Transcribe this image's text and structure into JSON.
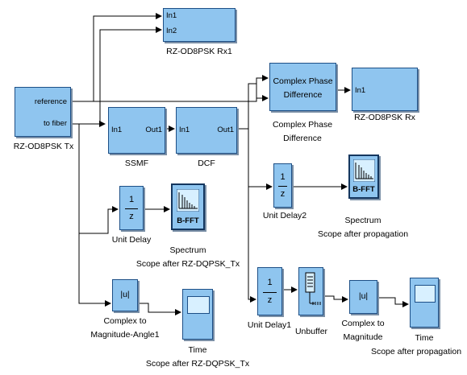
{
  "blocks": {
    "tx": {
      "port_ref": "reference",
      "port_fiber": "to fiber",
      "label": "RZ-OD8PSK Tx"
    },
    "rx1": {
      "in1": "In1",
      "in2": "In2",
      "label": "RZ-OD8PSK Rx1"
    },
    "cpd": {
      "text_line1": "Complex Phase",
      "text_line2": "Difference",
      "label_line1": "Complex Phase",
      "label_line2": "Difference"
    },
    "rx": {
      "in1": "In1",
      "label": "RZ-OD8PSK Rx"
    },
    "ssmf": {
      "in": "In1",
      "out": "Out1",
      "label": "SSMF"
    },
    "dcf": {
      "in": "In1",
      "out": "Out1",
      "label": "DCF"
    },
    "delay": {
      "num": "1",
      "den": "z",
      "label": "Unit Delay"
    },
    "delay2": {
      "num": "1",
      "den": "z",
      "label": "Unit Delay2"
    },
    "delay1": {
      "num": "1",
      "den": "z",
      "label": "Unit Delay1"
    },
    "spec1": {
      "text": "B-FFT",
      "label_line1": "Spectrum",
      "label_line2": "Scope after RZ-DQPSK_Tx"
    },
    "spec2": {
      "text": "B-FFT",
      "label_line1": "Spectrum",
      "label_line2": "Scope after propagation"
    },
    "abs1": {
      "text": "|u|",
      "label_line1": "Complex to",
      "label_line2": "Magnitude-Angle1"
    },
    "abs2": {
      "text": "|u|",
      "label_line1": "Complex to",
      "label_line2": "Magnitude"
    },
    "time1": {
      "label_line1": "Time",
      "label_line2": "Scope after RZ-DQPSK_Tx"
    },
    "time2": {
      "label_line1": "Time",
      "label_line2": "Scope after propagation"
    },
    "unbuffer": {
      "label": "Unbuffer"
    }
  }
}
